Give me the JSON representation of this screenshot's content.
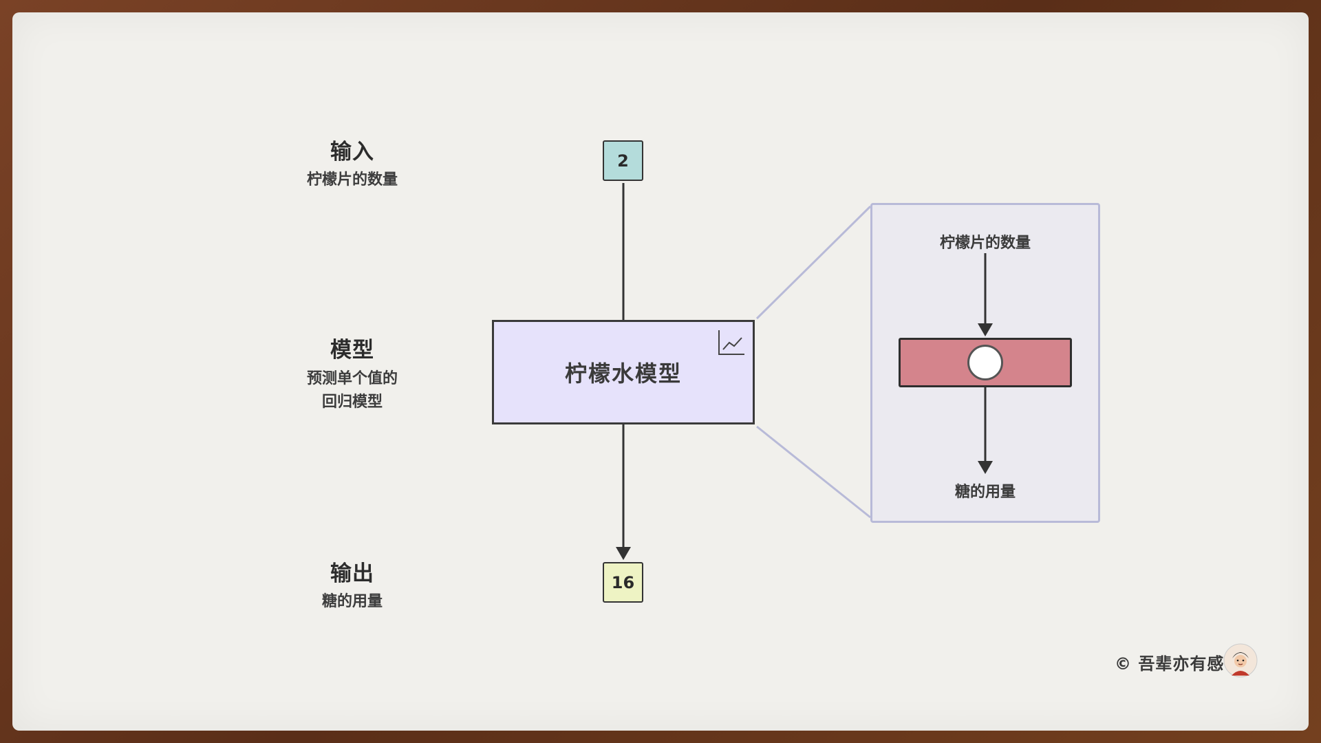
{
  "rows": {
    "input": {
      "title": "输入",
      "subtitle": "柠檬片的数量",
      "value": "2"
    },
    "model": {
      "title": "模型",
      "subtitle_line1": "预测单个值的",
      "subtitle_line2": "回归模型",
      "label": "柠檬水模型",
      "icon": "line-chart-icon"
    },
    "output": {
      "title": "输出",
      "subtitle": "糖的用量",
      "value": "16"
    }
  },
  "zoom_panel": {
    "input_label": "柠檬片的数量",
    "output_label": "糖的用量"
  },
  "credit": "© 吾辈亦有感",
  "colors": {
    "input_fill": "#b4dcdb",
    "output_fill": "#eef3c4",
    "model_fill": "#e6e2fb",
    "neuron_bar": "#d4848c",
    "zoom_border": "#b8bad8",
    "paper": "#f1f0ec"
  }
}
